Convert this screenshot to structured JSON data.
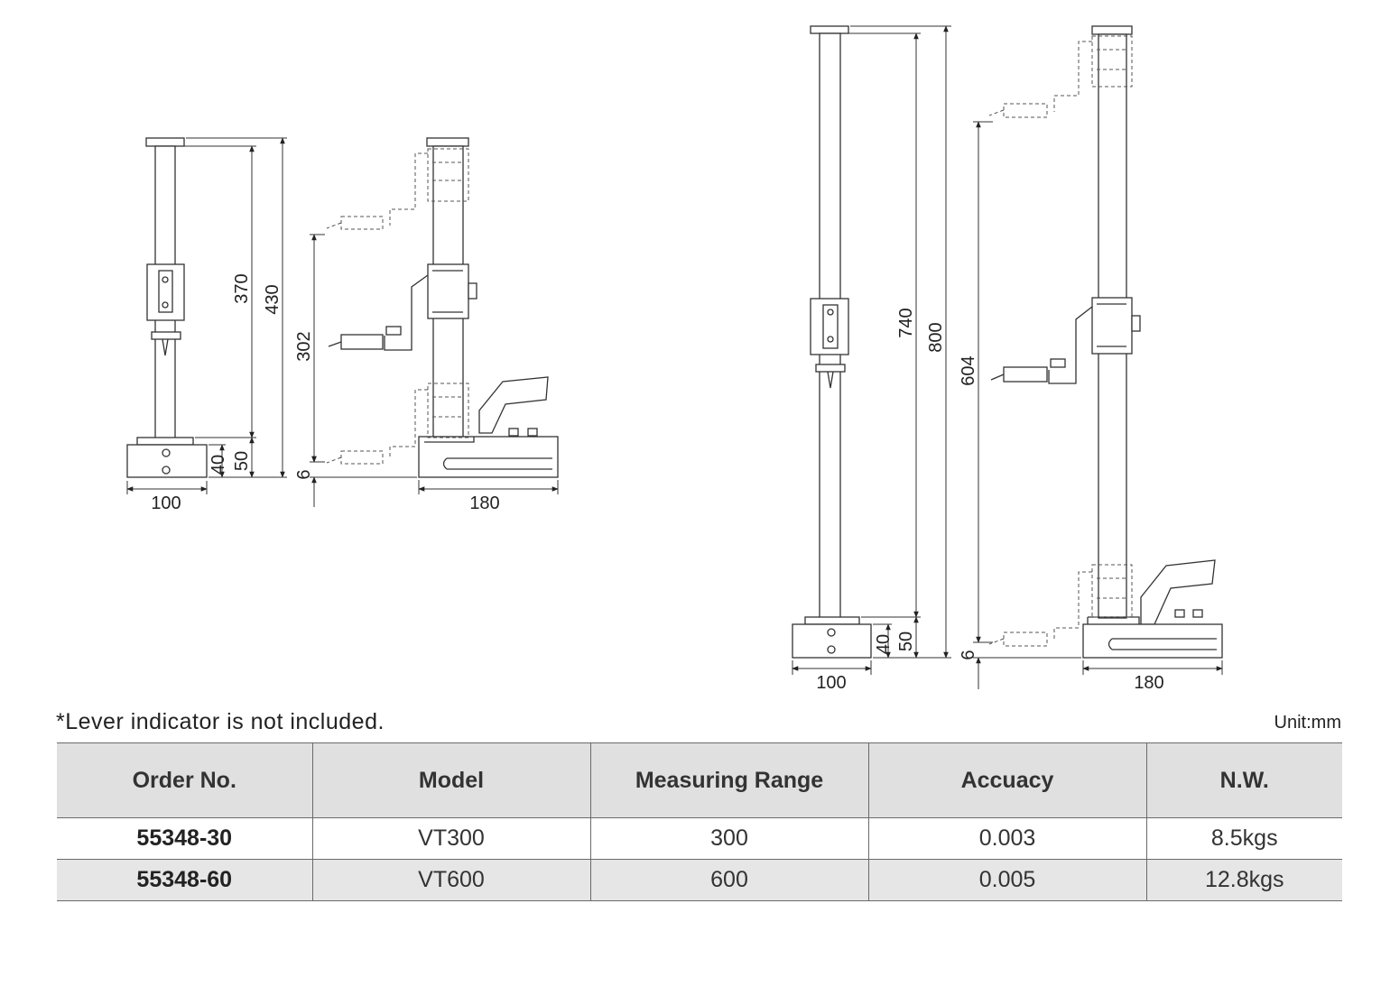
{
  "note": "*Lever indicator is not included.",
  "unit": "Unit:mm",
  "figure_small": {
    "dims": {
      "total_height": "430",
      "column_height": "370",
      "base_height": "50",
      "base_lower": "40",
      "base_width": "100",
      "range": "302",
      "offset": "6",
      "depth": "180"
    }
  },
  "figure_large": {
    "dims": {
      "total_height": "800",
      "column_height": "740",
      "base_height": "50",
      "base_lower": "40",
      "base_width": "100",
      "range": "604",
      "offset": "6",
      "depth": "180"
    }
  },
  "table": {
    "headers": [
      "Order No.",
      "Model",
      "Measuring Range",
      "Accuacy",
      "N.W."
    ],
    "rows": [
      [
        "55348-30",
        "VT300",
        "300",
        "0.003",
        "8.5kgs"
      ],
      [
        "55348-60",
        "VT600",
        "600",
        "0.005",
        "12.8kgs"
      ]
    ]
  }
}
